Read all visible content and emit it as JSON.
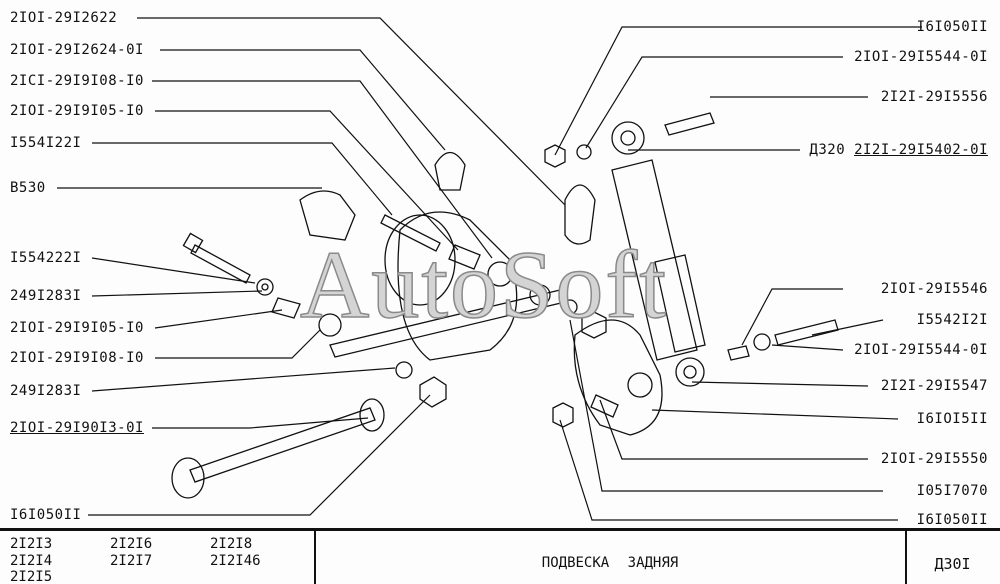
{
  "watermark": "AutoSoft",
  "left_labels": [
    {
      "text": "2IOI-29I2622",
      "underline": false
    },
    {
      "text": "2IOI-29I2624-0I",
      "underline": false
    },
    {
      "text": "2ICI-29I9I08-I0",
      "underline": false
    },
    {
      "text": "2IOI-29I9I05-I0",
      "underline": false
    },
    {
      "text": "I554I22I",
      "underline": false
    },
    {
      "text": "B530",
      "underline": false
    },
    {
      "text": "I554222I",
      "underline": false
    },
    {
      "text": "249I283I",
      "underline": false
    },
    {
      "text": "2IOI-29I9I05-I0",
      "underline": false
    },
    {
      "text": "2IOI-29I9I08-I0",
      "underline": false
    },
    {
      "text": "249I283I",
      "underline": false
    },
    {
      "text": "2IOI-29I90I3-0I",
      "underline": true
    },
    {
      "text": "I6I050II",
      "underline": false
    }
  ],
  "right_labels": [
    {
      "text": "I6I050II"
    },
    {
      "text": "2IOI-29I5544-0I"
    },
    {
      "text": "2I2I-29I5556"
    },
    {
      "text": "Д320",
      "extra": "2I2I-29I5402-0I"
    },
    {
      "text": "2IOI-29I5546"
    },
    {
      "text": "I5542I2I"
    },
    {
      "text": "2IOI-29I5544-0I"
    },
    {
      "text": "2I2I-29I5547"
    },
    {
      "text": "I6IOI5II"
    },
    {
      "text": "2IOI-29I5550"
    },
    {
      "text": "I05I7070"
    },
    {
      "text": "I6I050II"
    }
  ],
  "title_block": {
    "models": [
      "2I2I3",
      "2I2I6",
      "2I2I8",
      "2I2I4",
      "2I2I7",
      "2I2I46",
      "2I2I5",
      "",
      ""
    ],
    "title": "ПОДВЕСКА  ЗАДНЯЯ",
    "sheet": "Д30I"
  }
}
